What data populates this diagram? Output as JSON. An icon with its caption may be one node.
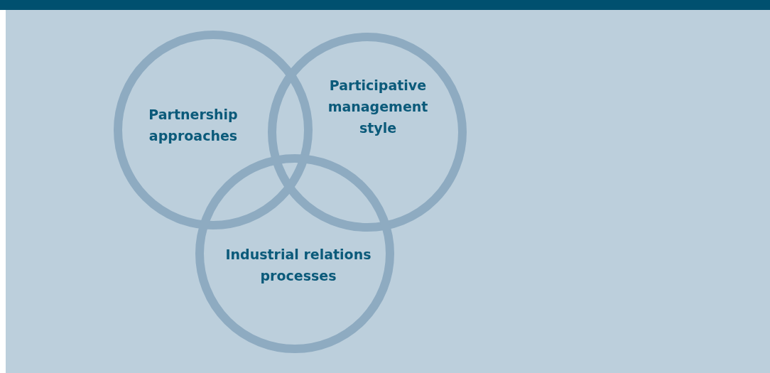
{
  "diagram": {
    "nodes": [
      {
        "text": [],
        "shape": "bar"
      },
      {
        "text": [
          "Partnership approaches"
        ]
      },
      {
        "text": [
          "Participative management style"
        ]
      },
      {
        "text": [
          "Industrial relations processes"
        ]
      }
    ]
  }
}
